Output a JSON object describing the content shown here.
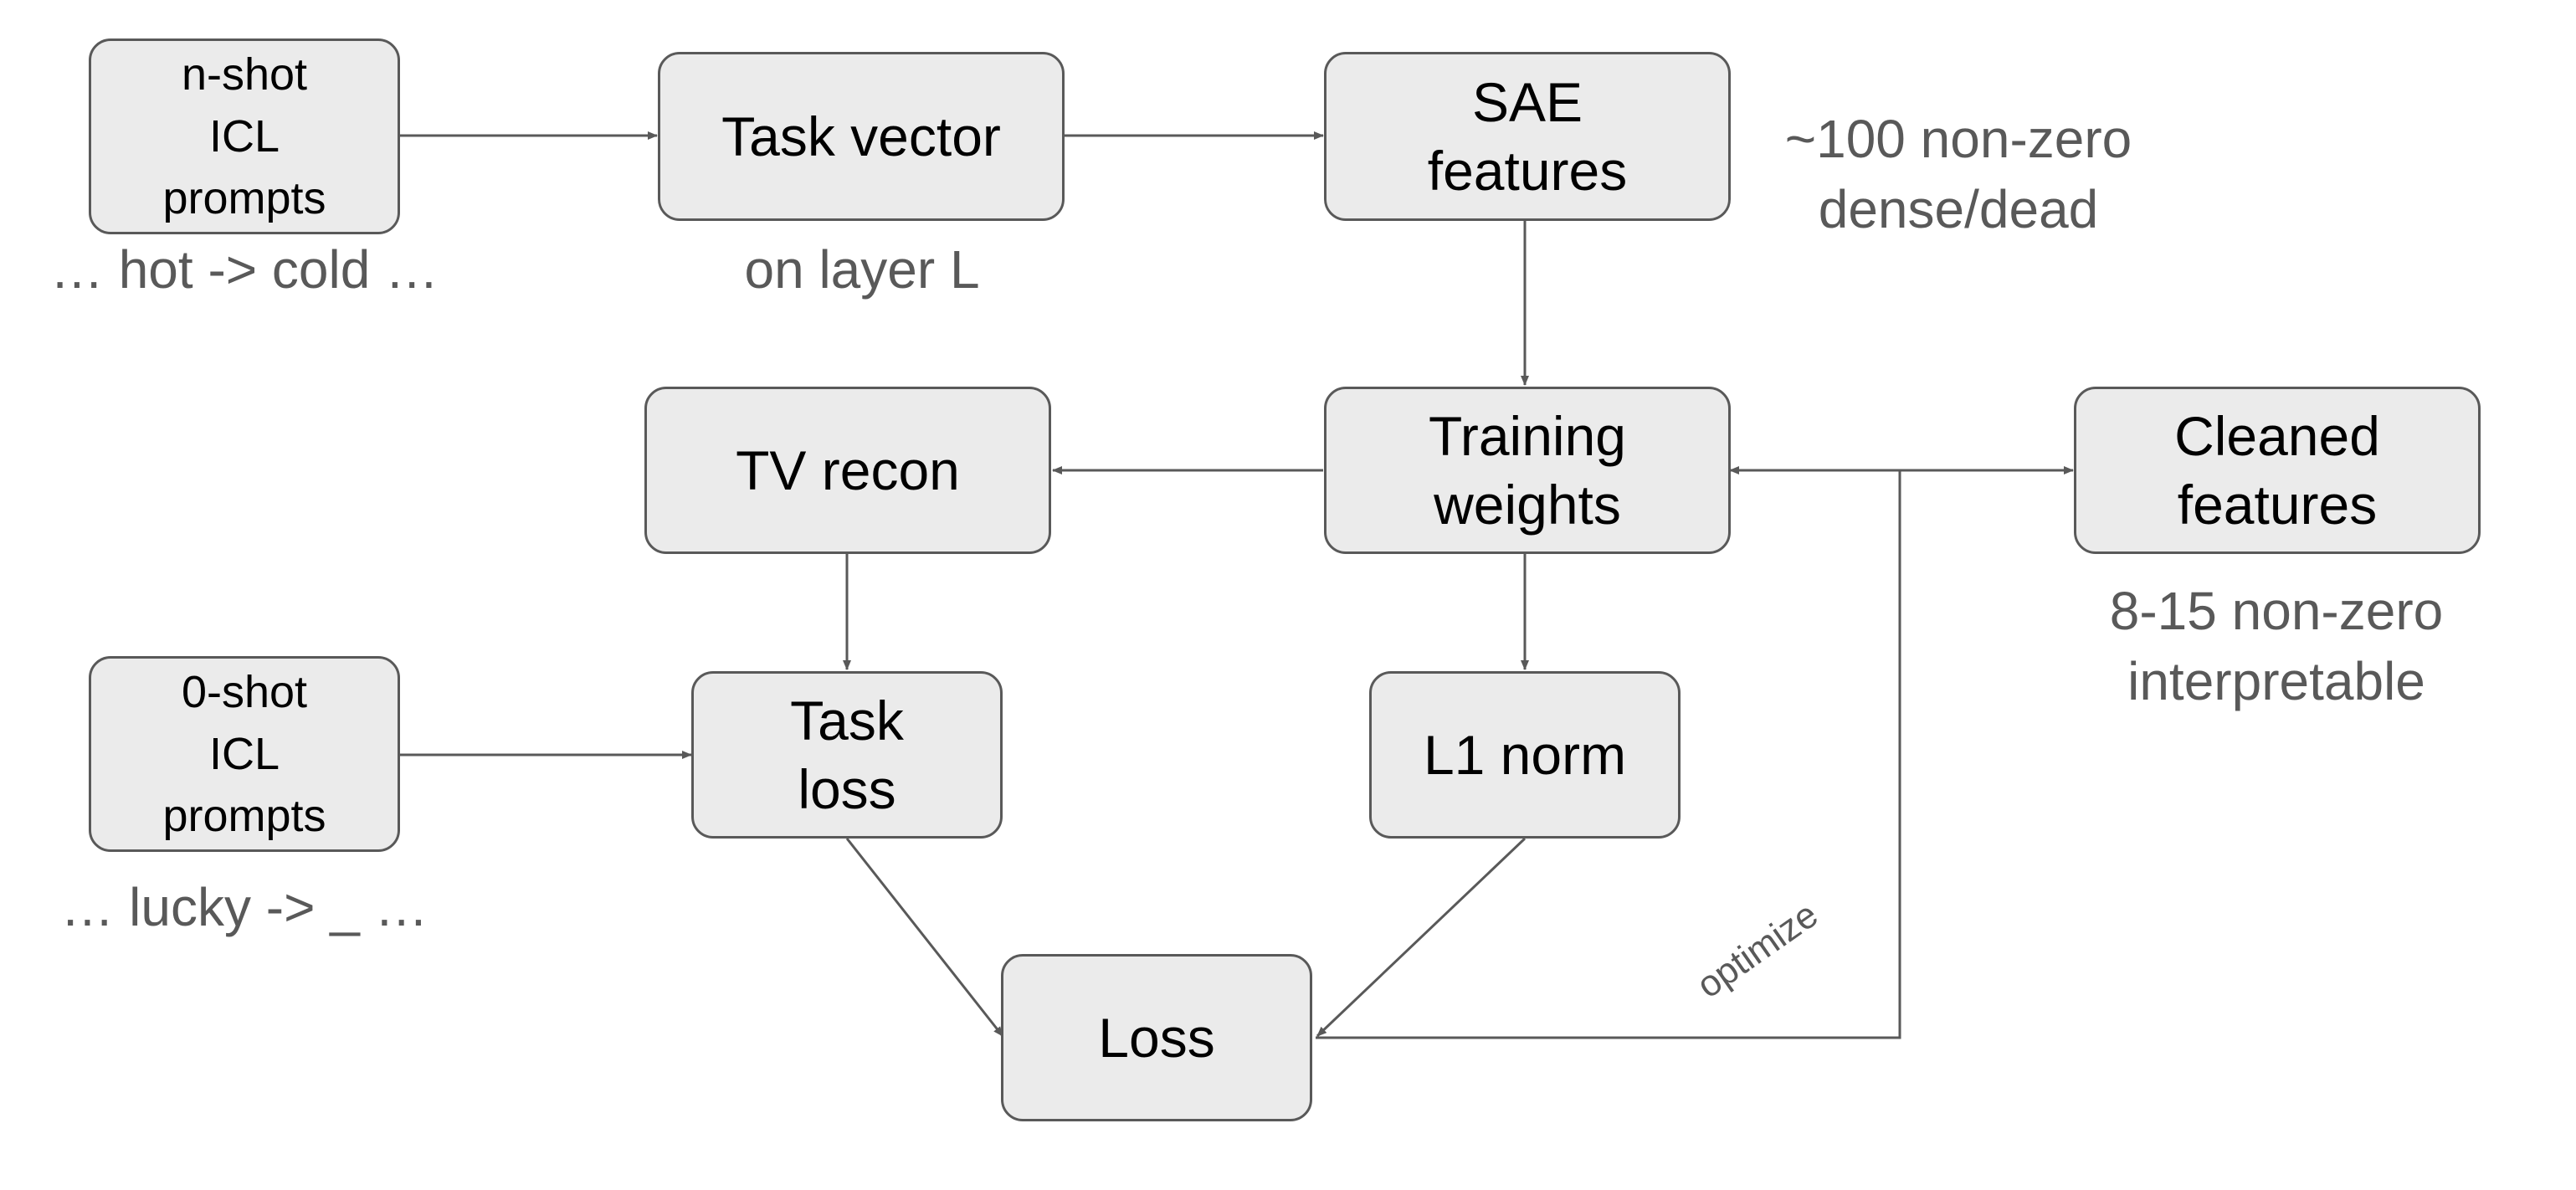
{
  "nodes": {
    "nshot_prompts": {
      "lines": [
        "n-shot",
        "ICL",
        "prompts"
      ]
    },
    "task_vector": {
      "lines": [
        "Task vector"
      ]
    },
    "sae_features": {
      "lines": [
        "SAE",
        "features"
      ]
    },
    "training_weights": {
      "lines": [
        "Training",
        "weights"
      ]
    },
    "tv_recon": {
      "lines": [
        "TV recon"
      ]
    },
    "cleaned_features": {
      "lines": [
        "Cleaned",
        "features"
      ]
    },
    "zeroshot_prompts": {
      "lines": [
        "0-shot",
        "ICL",
        "prompts"
      ]
    },
    "task_loss": {
      "lines": [
        "Task",
        "loss"
      ]
    },
    "l1_norm": {
      "lines": [
        "L1 norm"
      ]
    },
    "loss": {
      "lines": [
        "Loss"
      ]
    }
  },
  "annotations": {
    "nshot_example": "… hot -> cold …",
    "task_vector_layer": "on layer L",
    "sae_count": [
      "~100 non-zero",
      "dense/dead"
    ],
    "cleaned_count": [
      "8-15 non-zero",
      "interpretable"
    ],
    "zeroshot_example": "… lucky -> _ …",
    "optimize_label": "optimize"
  },
  "colors": {
    "box_fill": "#ebebeb",
    "box_border": "#595959",
    "connector": "#595959",
    "annotation_text": "#595959",
    "box_text": "#000000"
  }
}
